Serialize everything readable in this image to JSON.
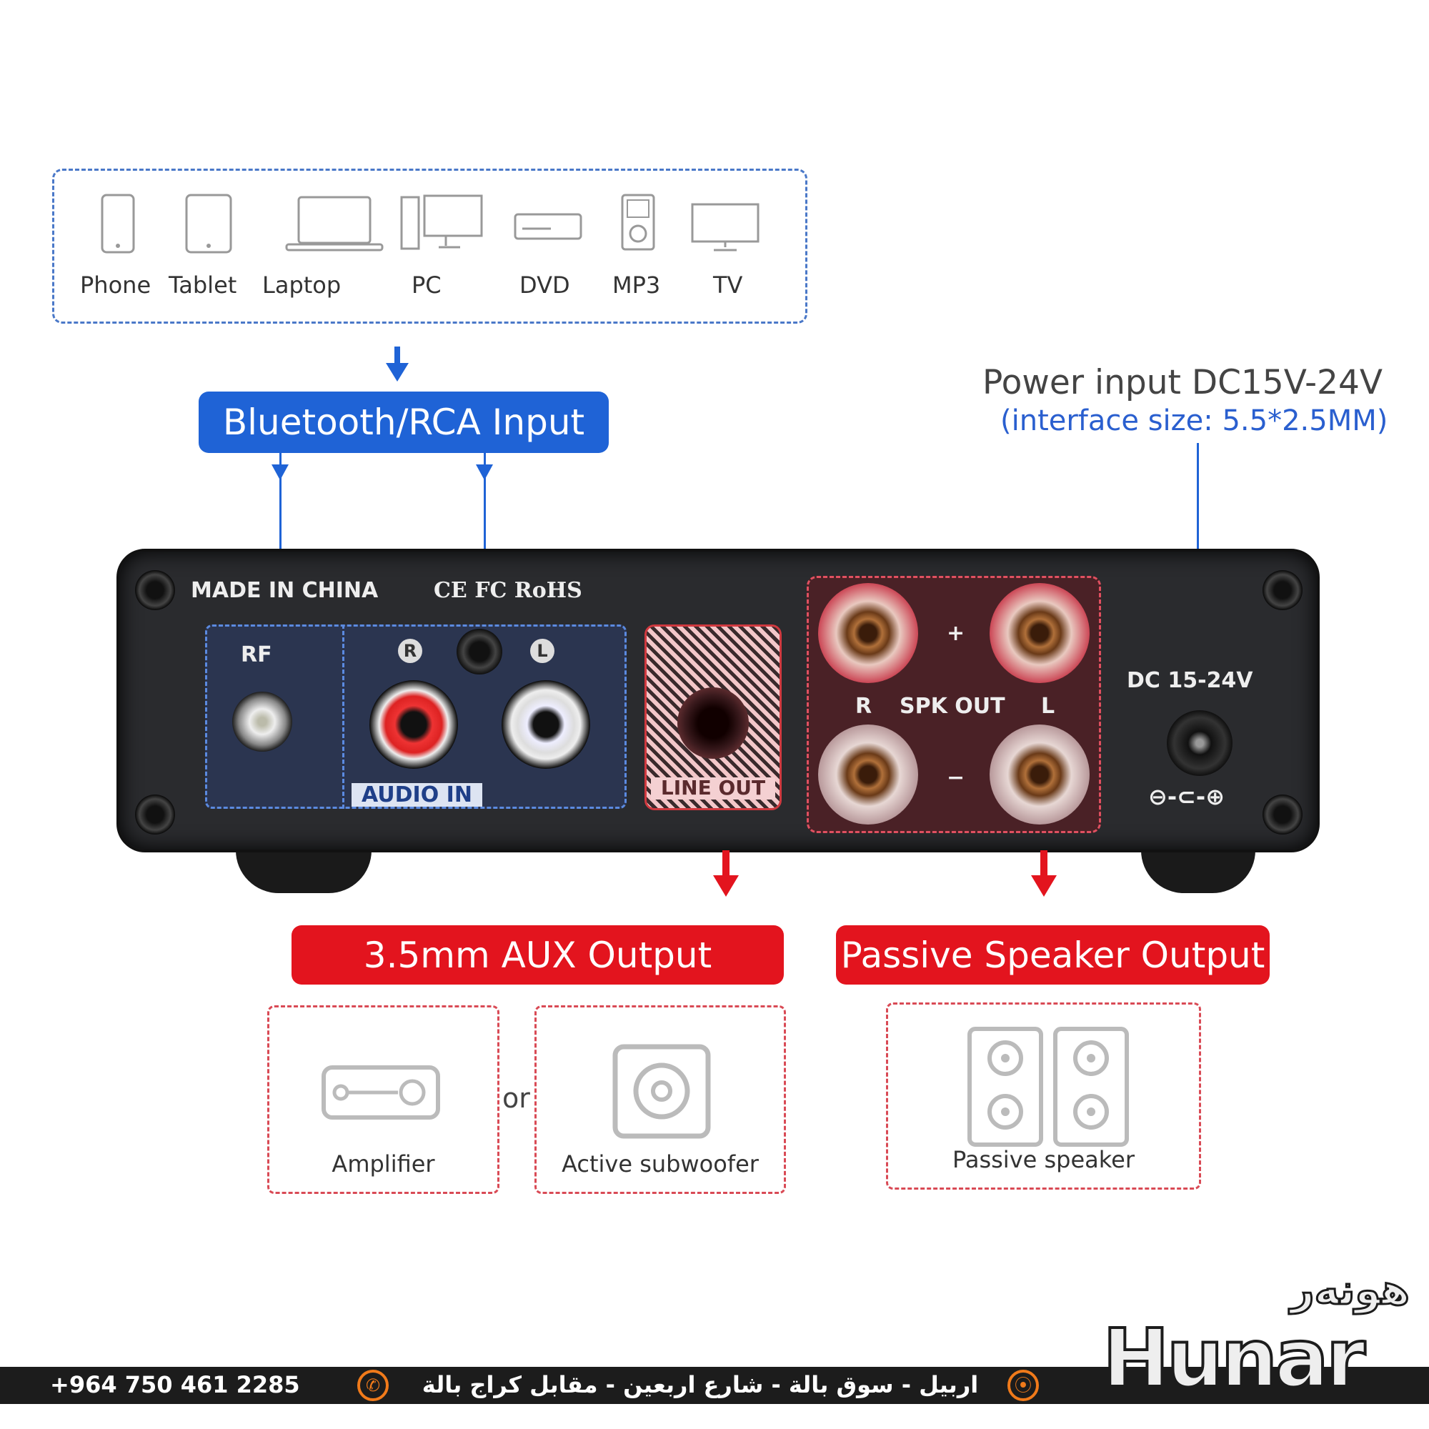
{
  "sources": {
    "devices": [
      {
        "label": "Phone",
        "icon": "phone-icon"
      },
      {
        "label": "Tablet",
        "icon": "tablet-icon"
      },
      {
        "label": "Laptop",
        "icon": "laptop-icon"
      },
      {
        "label": "PC",
        "icon": "desktop-pc-icon"
      },
      {
        "label": "DVD",
        "icon": "dvd-player-icon"
      },
      {
        "label": "MP3",
        "icon": "mp3-player-icon"
      },
      {
        "label": "TV",
        "icon": "tv-icon"
      }
    ]
  },
  "input_label": "Bluetooth/RCA Input",
  "power": {
    "title": "Power input DC15V-24V",
    "subtitle": "(interface size: 5.5*2.5MM)"
  },
  "panel": {
    "made_in": "MADE IN CHINA",
    "certs": "CE FC RoHS",
    "rf": "RF",
    "r": "R",
    "l": "L",
    "audio_in": "AUDIO IN",
    "line_out": "LINE OUT",
    "spk_r": "R",
    "spk_out": "SPK OUT",
    "spk_l": "L",
    "plus": "+",
    "minus": "−",
    "dc": "DC 15-24V",
    "polarity": "⊖-⊂-⊕"
  },
  "outputs": {
    "aux_label": "3.5mm AUX Output",
    "passive_label": "Passive Speaker Output",
    "amplifier": "Amplifier",
    "or": "or",
    "subwoofer": "Active subwoofer",
    "passive_speaker": "Passive speaker"
  },
  "footer": {
    "phone": "+964 750 461 2285",
    "address": "اربيل - سوق بالة - شارع اربعين - مقابل كراج بالة",
    "logo_latin": "Hunar",
    "logo_arabic": "هونەر"
  },
  "colors": {
    "blue": "#1f63d6",
    "red": "#e3141e",
    "orange": "#f07a1a",
    "bar": "#1c1c1c"
  }
}
